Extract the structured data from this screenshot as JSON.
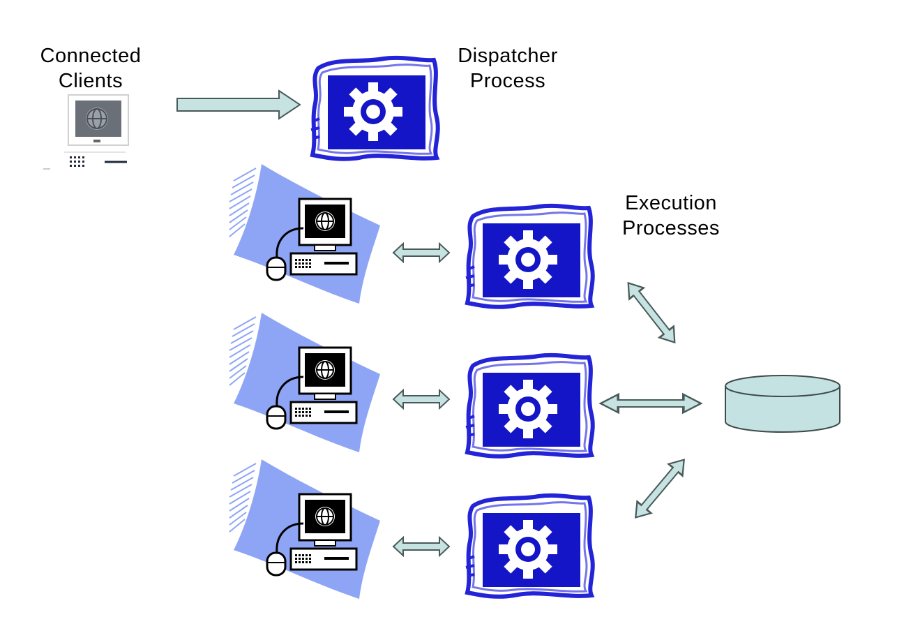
{
  "labels": {
    "connected_clients": [
      "Connected",
      "Clients"
    ],
    "dispatcher_process": [
      "Dispatcher",
      "Process"
    ],
    "execution_processes": [
      "Execution",
      "Processes"
    ]
  },
  "icons": {
    "client": "computer-globe-icon",
    "process": "gear-icon",
    "database": "database-cylinder-icon",
    "connector": "double-headed-arrow"
  },
  "colors": {
    "process_fill": "#1515c8",
    "process_border": "#2323d8",
    "arrow_fill": "#c6e3e2",
    "arrow_stroke": "#4a5a5a",
    "swoosh": "#8ea5f5",
    "database_fill": "#c4e2e2",
    "text": "#000000"
  }
}
